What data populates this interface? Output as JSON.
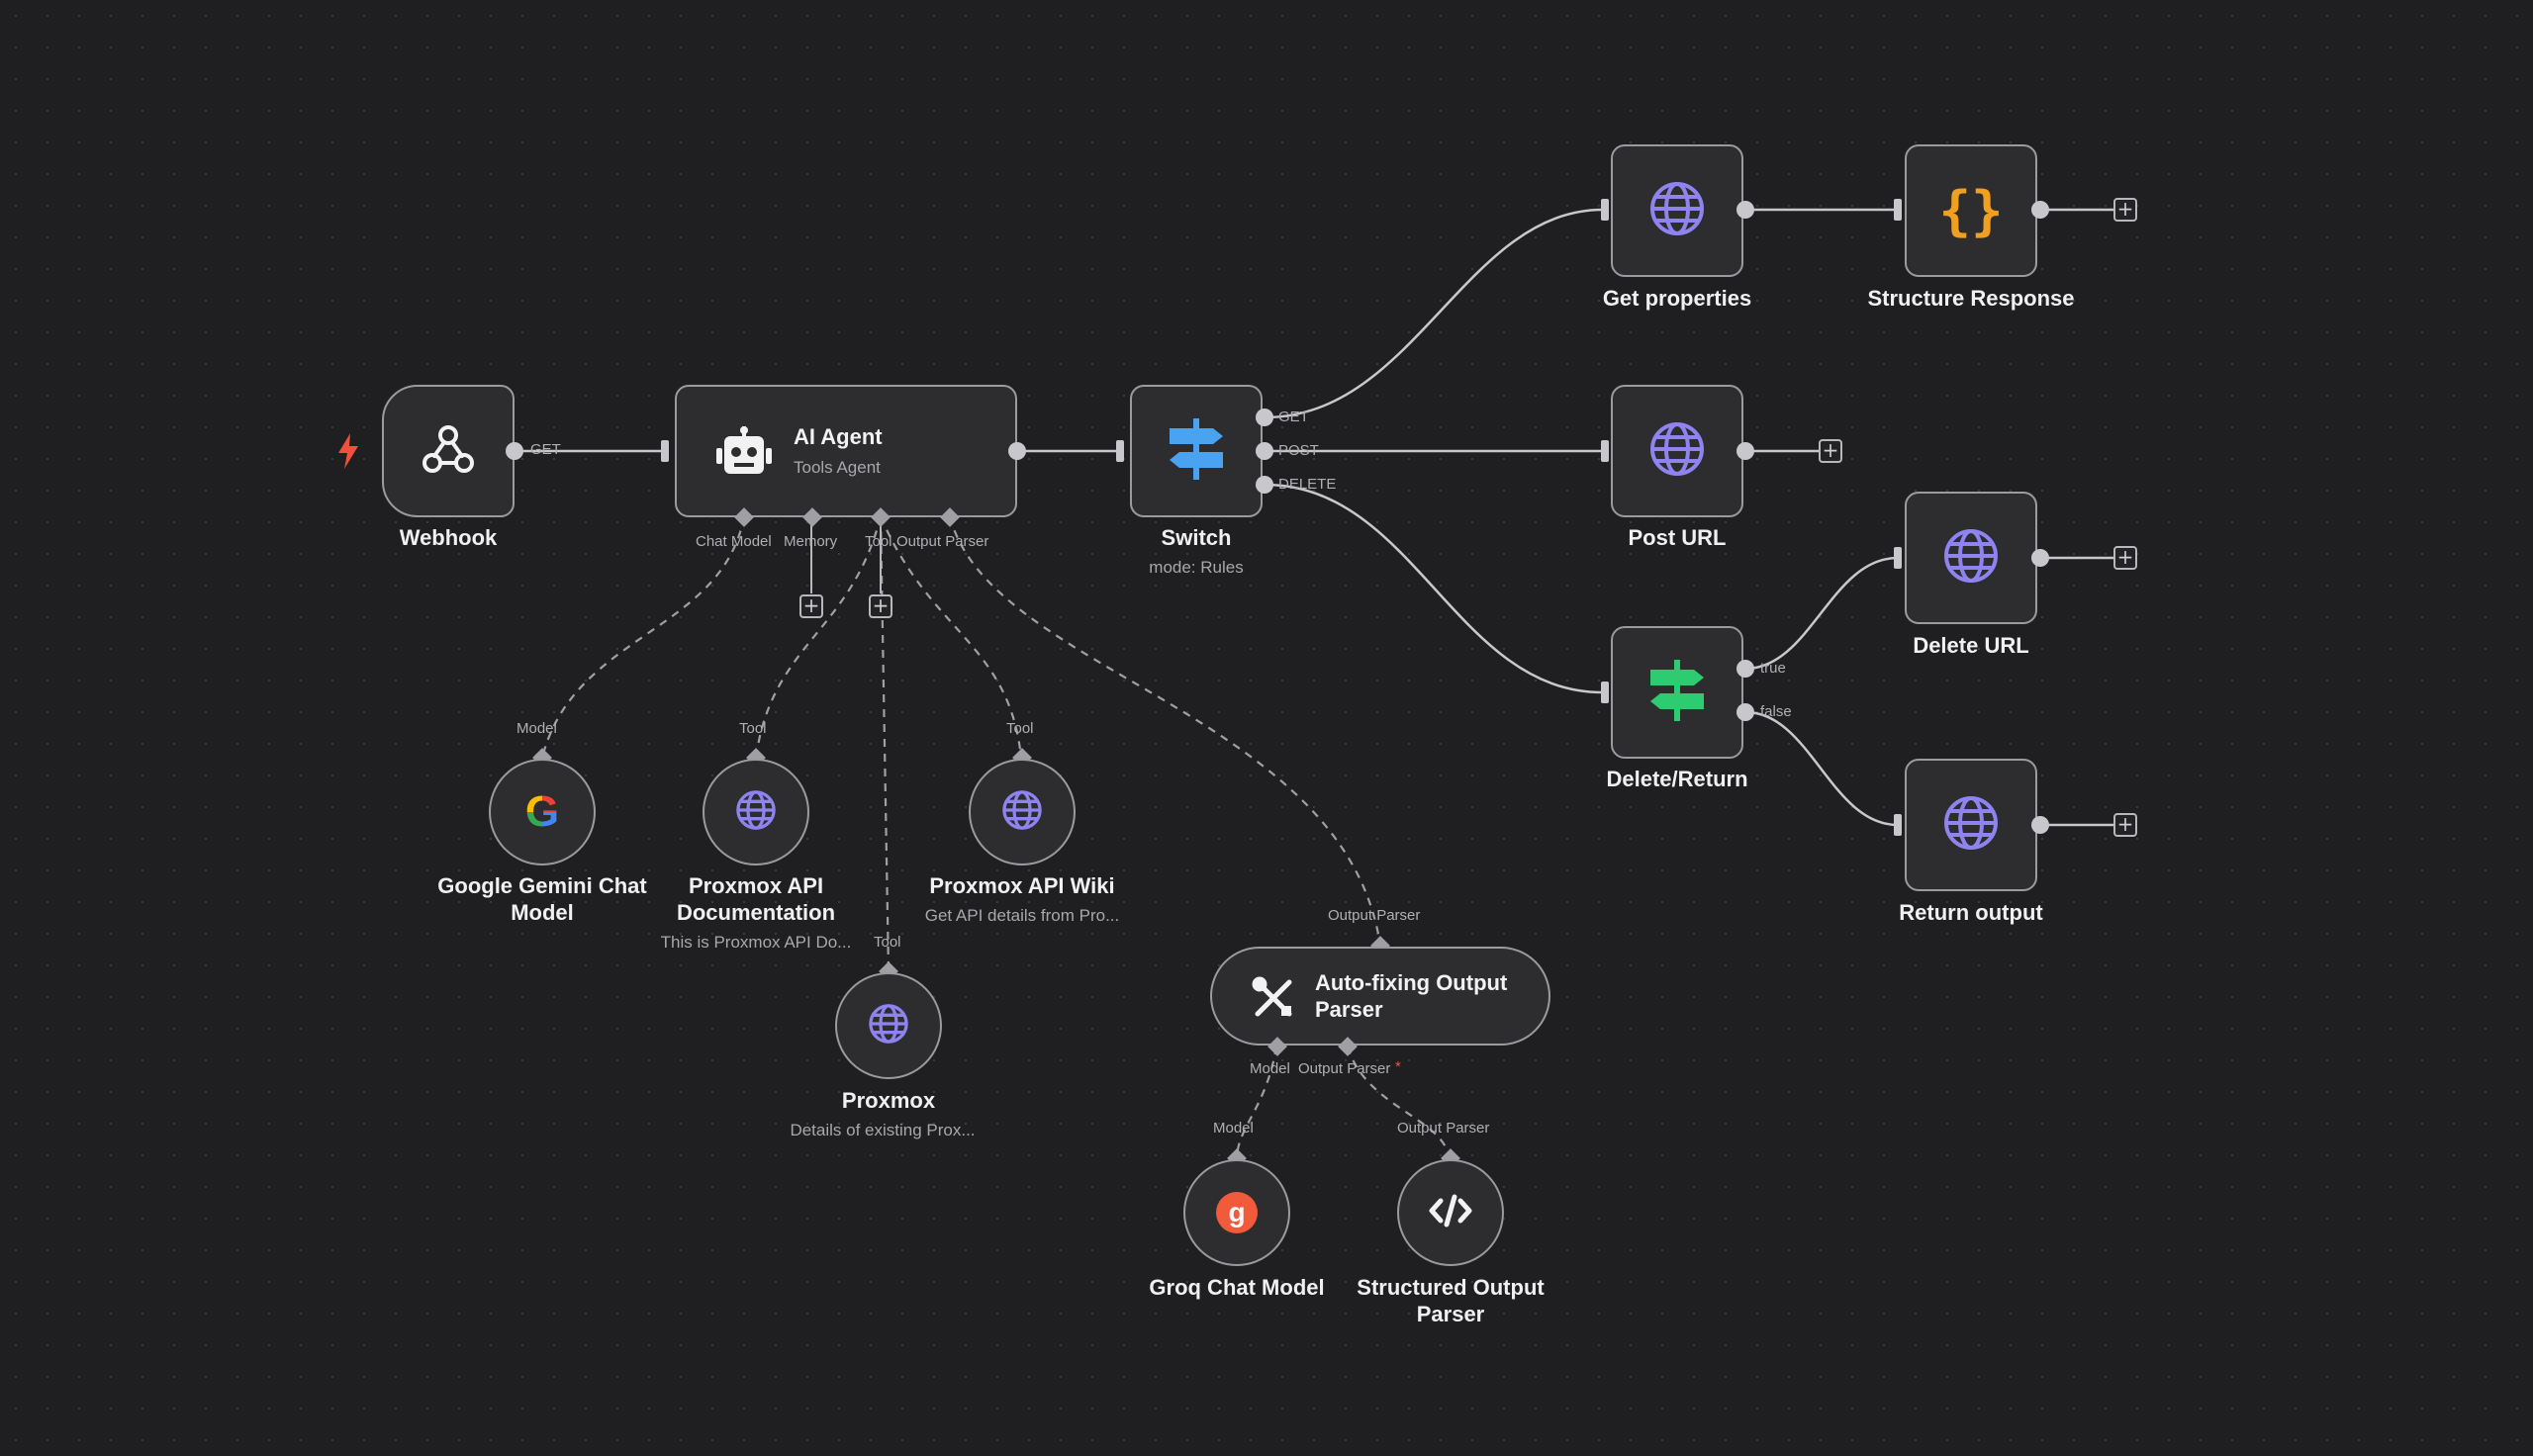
{
  "trigger_icon": "lightning-icon",
  "nodes": {
    "webhook": {
      "label": "Webhook",
      "icon": "webhook-icon"
    },
    "ai_agent": {
      "title": "AI Agent",
      "subtitle": "Tools Agent",
      "icon": "robot-icon",
      "ports": {
        "chat_model": "Chat Model",
        "memory": "Memory",
        "tool": "Tool",
        "output_parser": "Output Parser"
      }
    },
    "switch": {
      "label": "Switch",
      "subtitle": "mode: Rules",
      "icon": "signpost-icon",
      "accent": "#4aa3f0",
      "outputs": {
        "get": "GET",
        "post": "POST",
        "delete": "DELETE"
      }
    },
    "get_properties": {
      "label": "Get properties",
      "icon": "globe-icon"
    },
    "structure_response": {
      "label": "Structure Response",
      "icon": "curly-braces-icon",
      "accent": "#f0a020"
    },
    "post_url": {
      "label": "Post URL",
      "icon": "globe-icon"
    },
    "delete_return": {
      "label": "Delete/Return",
      "icon": "signpost-icon",
      "accent": "#2ecc71",
      "outputs": {
        "true": "true",
        "false": "false"
      }
    },
    "delete_url": {
      "label": "Delete URL",
      "icon": "globe-icon"
    },
    "return_output": {
      "label": "Return output",
      "icon": "globe-icon"
    },
    "gemini": {
      "label_line1": "Google Gemini Chat",
      "label_line2": "Model",
      "port": "Model",
      "icon": "google-icon"
    },
    "proxmox_api_doc": {
      "label_line1": "Proxmox API",
      "label_line2": "Documentation",
      "subtitle": "This is Proxmox API Do...",
      "port": "Tool",
      "icon": "globe-icon"
    },
    "proxmox_api_wiki": {
      "label": "Proxmox API Wiki",
      "subtitle": "Get API details from Pro...",
      "port": "Tool",
      "icon": "globe-icon"
    },
    "proxmox": {
      "label": "Proxmox",
      "subtitle": "Details of existing Prox...",
      "port": "Tool",
      "icon": "globe-icon"
    },
    "auto_fixing": {
      "title_line1": "Auto-fixing Output",
      "title_line2": "Parser",
      "port_in": "Output Parser",
      "port_model": "Model",
      "port_output": "Output Parser",
      "required_mark": "*",
      "icon": "tools-icon"
    },
    "groq": {
      "label": "Groq Chat Model",
      "port": "Model",
      "icon": "groq-icon",
      "accent": "#f25a3c"
    },
    "structured_parser": {
      "label_line1": "Structured Output",
      "label_line2": "Parser",
      "port": "Output Parser",
      "icon": "code-icon"
    }
  },
  "edges": {
    "webhook_out": "GET"
  },
  "colors": {
    "background": "#1f1f21",
    "globe": "#8f83f0",
    "wire": "#c8c8cc"
  }
}
